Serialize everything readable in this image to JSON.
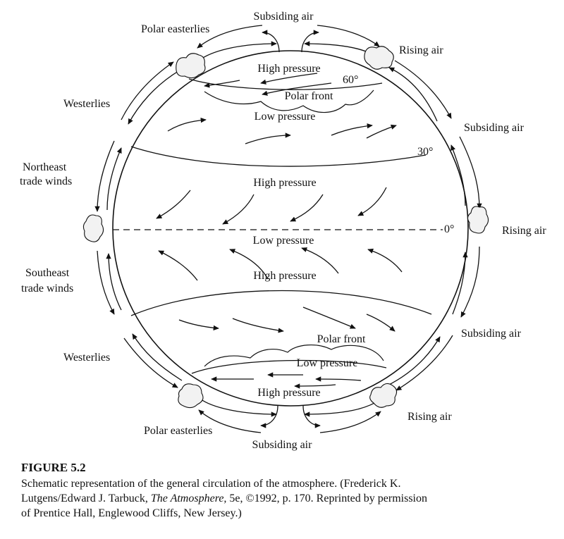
{
  "labels": {
    "subsiding_top": "Subsiding air",
    "polar_easterlies_top": "Polar easterlies",
    "rising_ne": "Rising air",
    "high_pressure_polar_n": "High pressure",
    "lat_60": "60°",
    "polar_front_n": "Polar front",
    "westerlies_n": "Westerlies",
    "low_pressure_n": "Low pressure",
    "subsiding_e_n": "Subsiding air",
    "lat_30": "30°",
    "ne_trade_1": "Northeast",
    "ne_trade_2": "trade winds",
    "high_pressure_30n": "High pressure",
    "lat_0": "0°",
    "rising_e": "Rising air",
    "low_pressure_eq": "Low pressure",
    "se_trade_1": "Southeast",
    "se_trade_2": "trade winds",
    "high_pressure_30s": "High pressure",
    "subsiding_e_s": "Subsiding air",
    "westerlies_s": "Westerlies",
    "polar_front_s": "Polar front",
    "low_pressure_s": "Low pressure",
    "high_pressure_polar_s": "High pressure",
    "rising_se": "Rising air",
    "polar_easterlies_bottom": "Polar easterlies",
    "subsiding_bottom": "Subsiding air"
  },
  "caption": {
    "figure_label": "FIGURE 5.2",
    "text_1": "Schematic representation of the general circulation of the atmosphere. (Frederick K.",
    "text_2a": "Lutgens/Edward J. Tarbuck, ",
    "text_2_title": "The Atmosphere,",
    "text_2b": " 5e, ©1992, p. 170. Reprinted by permission",
    "text_3": "of Prentice Hall, Englewood Cliffs, New Jersey.)"
  }
}
